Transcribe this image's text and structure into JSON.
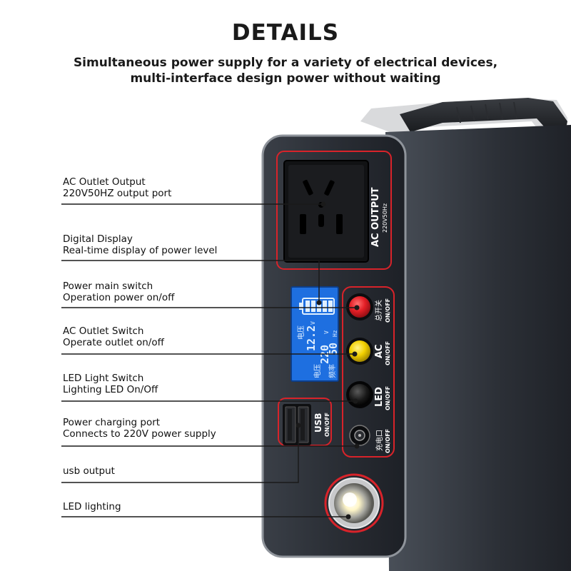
{
  "header": {
    "title": "DETAILS",
    "subtitle_line1": "Simultaneous power supply for a variety of electrical devices,",
    "subtitle_line2": "multi-interface design power without waiting"
  },
  "callouts": [
    {
      "line1": "AC Outlet Output",
      "line2": "220V50HZ output port"
    },
    {
      "line1": "Digital Display",
      "line2": "Real-time display of power level"
    },
    {
      "line1": "Power main switch",
      "line2": "Operation power on/off"
    },
    {
      "line1": "AC Outlet Switch",
      "line2": "Operate outlet on/off"
    },
    {
      "line1": "LED Light Switch",
      "line2": "Lighting LED On/Off"
    },
    {
      "line1": "Power charging port",
      "line2": "Connects to 220V power supply"
    },
    {
      "line1": "usb output",
      "line2": ""
    },
    {
      "line1": "LED lighting",
      "line2": ""
    }
  ],
  "device": {
    "ac_output_label": "AC OUTPUT",
    "ac_output_spec": "220V50Hz",
    "display": {
      "row1_label": "电压",
      "row1_value": "12.2",
      "row1_unit": "V",
      "row2_label": "电压",
      "row2_value": "220",
      "row2_unit": "V",
      "row3_label": "频率",
      "row3_value": "50",
      "row3_unit": "Hz"
    },
    "main_switch_label": "总开关",
    "on_off": "ON/OFF",
    "ac_switch_label": "AC",
    "led_switch_label": "LED",
    "usb_label": "USB",
    "charge_label": "充电口"
  },
  "colors": {
    "accent_red": "#d8232a",
    "button_red": "#e41f26",
    "button_yellow": "#f2d000",
    "button_black": "#1a1a1a",
    "panel_dark": "#2a2d33",
    "display_blue": "#1e6fe0"
  }
}
